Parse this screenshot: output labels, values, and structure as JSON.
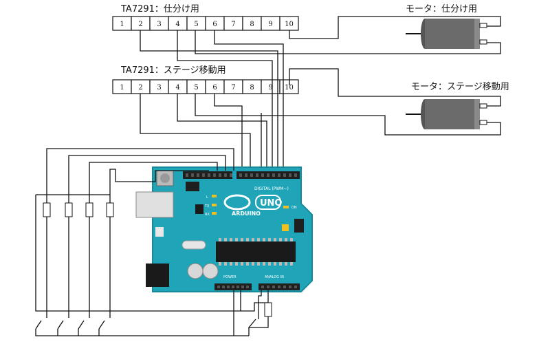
{
  "ic_top": {
    "label": "TA7291：仕分け用",
    "pins": [
      "1",
      "2",
      "3",
      "4",
      "5",
      "6",
      "7",
      "8",
      "9",
      "10"
    ]
  },
  "ic_bottom": {
    "label": "TA7291：ステージ移動用",
    "pins": [
      "1",
      "2",
      "3",
      "4",
      "5",
      "6",
      "7",
      "8",
      "9",
      "10"
    ]
  },
  "motor_top": {
    "label": "モータ：仕分け用"
  },
  "motor_bottom": {
    "label": "モータ：ステージ移動用"
  },
  "arduino": {
    "brand": "ARDUINO",
    "model": "UNO",
    "digital_label": "DIGITAL (PWM~)",
    "power_label": "POWER",
    "analog_label": "ANALOG IN",
    "on_label": "ON",
    "tx_label": "TX",
    "rx_label": "RX",
    "l_label": "L"
  },
  "colors": {
    "board": "#20a5b8",
    "board_dark": "#178a9a",
    "header": "#1f1f1f",
    "motor_body": "#6b6b6b",
    "wire": "#111111"
  }
}
